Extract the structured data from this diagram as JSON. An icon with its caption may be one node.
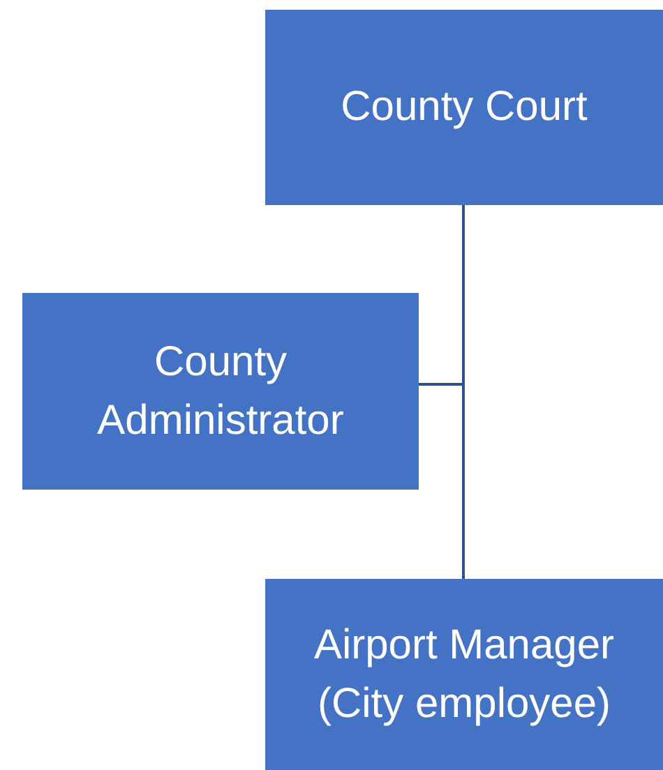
{
  "diagram": {
    "nodes": [
      {
        "text": [
          "County Court"
        ]
      },
      {
        "text": [
          "County Administrator"
        ]
      },
      {
        "text": [
          "Airport Manager (City employee)"
        ]
      }
    ],
    "edges": [
      {
        "from": 0,
        "to": 1,
        "arrow": "none"
      },
      {
        "from": 0,
        "to": 2,
        "arrow": "none"
      }
    ]
  }
}
